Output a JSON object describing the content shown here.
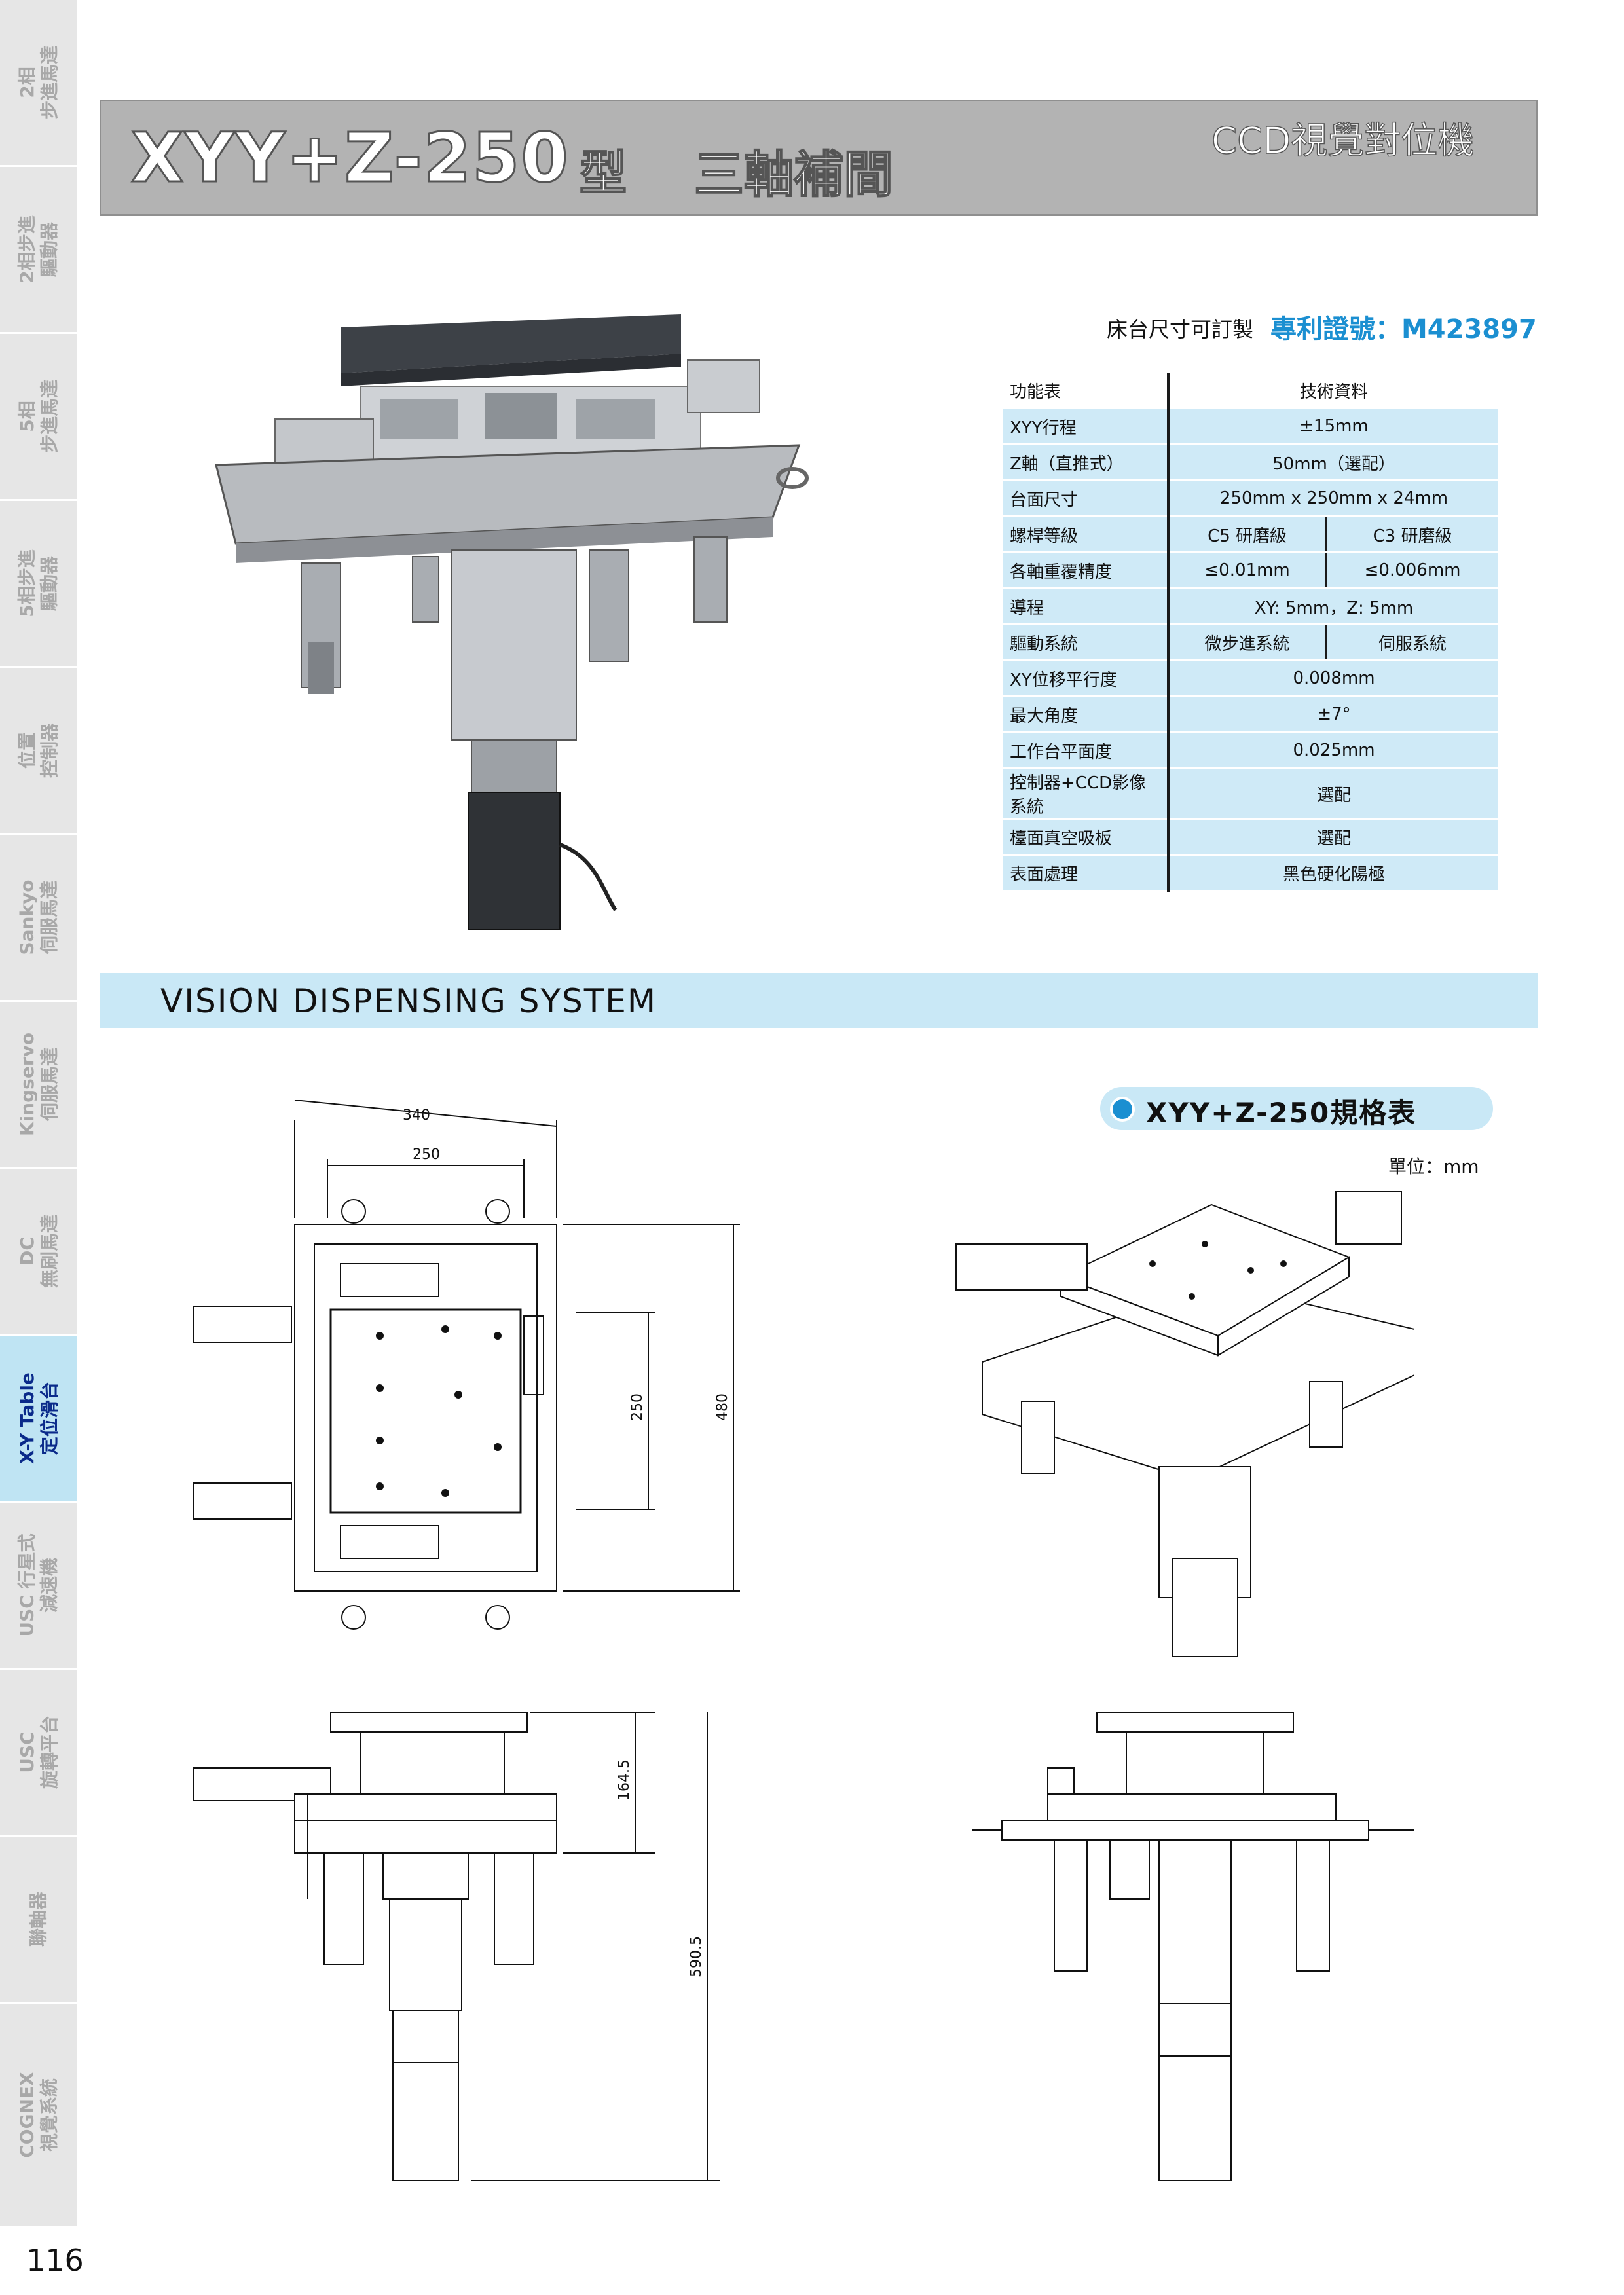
{
  "side_tabs": [
    {
      "line1": "2相",
      "line2": "步進馬達"
    },
    {
      "line1": "2相步進",
      "line2": "驅動器"
    },
    {
      "line1": "5相",
      "line2": "步進馬達"
    },
    {
      "line1": "5相步進",
      "line2": "驅動器"
    },
    {
      "line1": "位置",
      "line2": "控制器"
    },
    {
      "line1": "Sankyo",
      "line2": "伺服馬達"
    },
    {
      "line1": "Kingservo",
      "line2": "伺服馬達"
    },
    {
      "line1": "DC",
      "line2": "無刷馬達"
    },
    {
      "line1": "X-Y Table",
      "line2": "定位滑台"
    },
    {
      "line1": "USC 行星式",
      "line2": "減速機"
    },
    {
      "line1": "USC",
      "line2": "旋轉平台"
    },
    {
      "line1": "聯軸器",
      "line2": ""
    },
    {
      "line1": "COGNEX",
      "line2": "視覺系統"
    }
  ],
  "header": {
    "model": "XYY+Z-250",
    "model_type": "型",
    "model_desc": "三軸補間",
    "right_title": "CCD視覺對位機"
  },
  "patent": {
    "label": "床台尺寸可訂製",
    "number": "專利證號：M423897"
  },
  "spec_table": {
    "header": {
      "k": "功能表",
      "v": "技術資料"
    },
    "rows": [
      {
        "k": "XYY行程",
        "v": "±15mm"
      },
      {
        "k": "Z軸（直推式）",
        "v": "50mm（選配）"
      },
      {
        "k": "台面尺寸",
        "v": "250mm x 250mm x 24mm"
      },
      {
        "k": "螺桿等級",
        "v": "C5 研磨級",
        "v2": "C3 研磨級"
      },
      {
        "k": "各軸重覆精度",
        "v": "≤0.01mm",
        "v2": "≤0.006mm"
      },
      {
        "k": "導程",
        "v": "XY:  5mm，Z:  5mm"
      },
      {
        "k": "驅動系統",
        "v": "微步進系統",
        "v2": "伺服系統"
      },
      {
        "k": "XY位移平行度",
        "v": "0.008mm"
      },
      {
        "k": "最大角度",
        "v": "±7°"
      },
      {
        "k": "工作台平面度",
        "v": "0.025mm"
      },
      {
        "k": "控制器+CCD影像系統",
        "v": "選配"
      },
      {
        "k": "檯面真空吸板",
        "v": "選配"
      },
      {
        "k": "表面處理",
        "v": "黑色硬化陽極"
      }
    ]
  },
  "band_title": "VISION DISPENSING SYSTEM",
  "spec_pill": "XYY+Z-250規格表",
  "unit": "單位：mm",
  "dims": {
    "d340": "340",
    "d250a": "250",
    "d250b": "250",
    "d480": "480",
    "d164": "164.5",
    "d590": "590.5"
  },
  "page_number": "116",
  "colors": {
    "accent_blue": "#1b8fd1",
    "band": "#c9e8f6",
    "header_gray": "#b3b3b3",
    "tab_gray": "#e6e6e6"
  }
}
